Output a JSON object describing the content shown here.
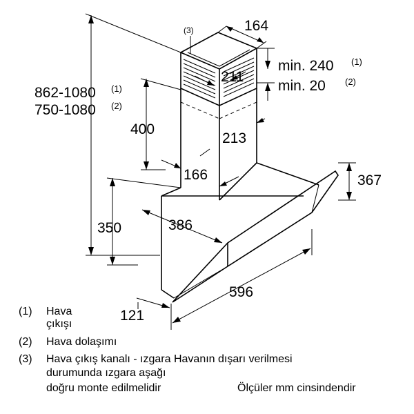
{
  "dimensions": {
    "height_range_1": "862-1080",
    "height_range_1_ref": "(1)",
    "height_range_2": "750-1080",
    "height_range_2_ref": "(2)",
    "chimney_height": "400",
    "hood_height": "350",
    "chimney_top_width": "164",
    "chimney_top_depth": "211",
    "chimney_depth": "213",
    "chimney_width": "166",
    "hood_depth": "386",
    "glass_height": "367",
    "hood_width": "596",
    "bottom_depth": "121",
    "min_top": "min. 240",
    "min_top_ref": "(1)",
    "min_gap": "min. 20",
    "min_gap_ref": "(2)",
    "callout_3": "(3)"
  },
  "legend": [
    {
      "num": "(1)",
      "lines": [
        "Hava",
        "çıkışı"
      ]
    },
    {
      "num": "(2)",
      "lines": [
        "Hava dolaşımı"
      ]
    },
    {
      "num": "(3)",
      "lines": [
        "Hava çıkış kanalı - ızgara Havanın dışarı verilmesi",
        "durumunda ızgara aşağı",
        "doğru monte edilmelidir"
      ]
    }
  ],
  "note": "Ölçüler mm cinsindendir"
}
